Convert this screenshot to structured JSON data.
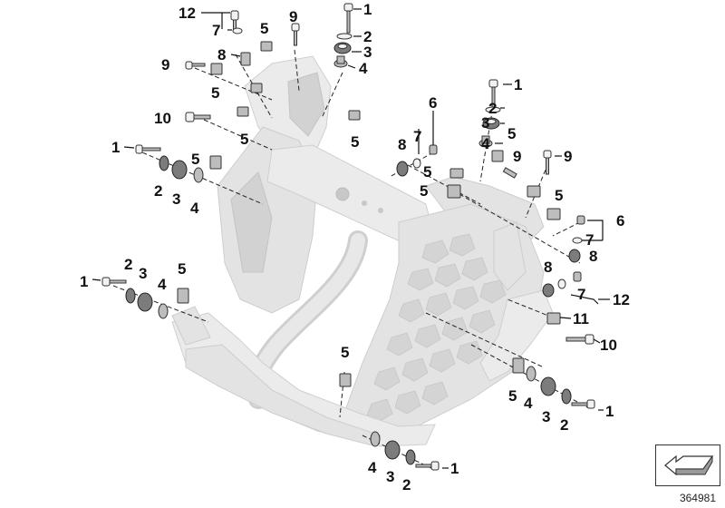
{
  "diagram_number": "364981",
  "callout_numbers": {
    "n1": "1",
    "n2": "2",
    "n3": "3",
    "n4": "4",
    "n5": "5",
    "n6": "6",
    "n7": "7",
    "n8": "8",
    "n9": "9",
    "n10": "10",
    "n11": "11",
    "n12": "12"
  },
  "icons": [
    "frame-assembly-icon",
    "bolt-icon",
    "washer-icon",
    "rubber-mount-icon",
    "spacer-sleeve-icon",
    "clip-nut-icon",
    "reference-arrow-icon"
  ]
}
